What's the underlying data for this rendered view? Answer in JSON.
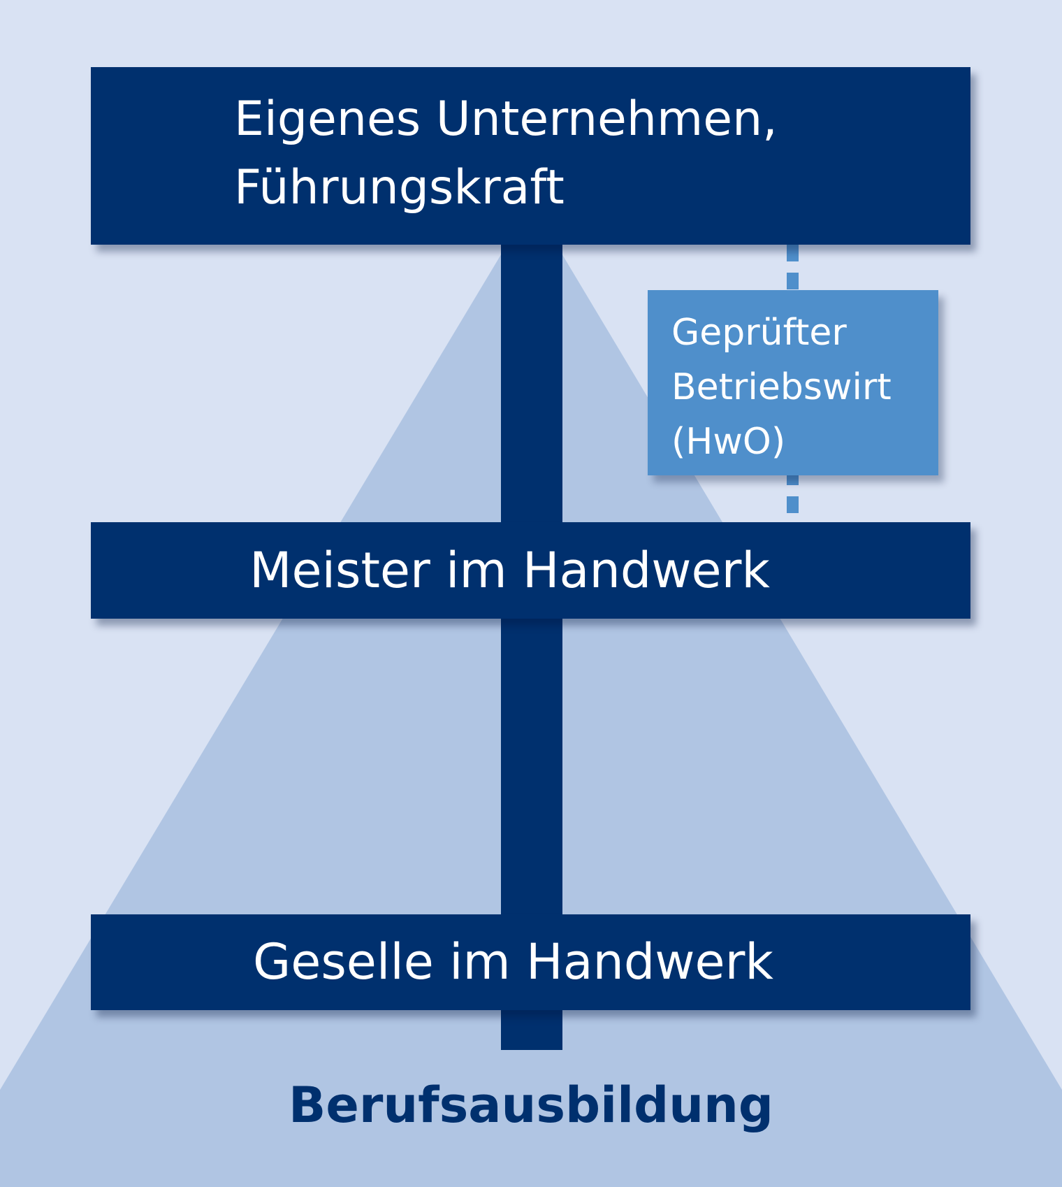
{
  "colors": {
    "background": "#d9e2f3",
    "pyramid": "#b0c5e3",
    "dark_blue": "#00306e",
    "light_blue": "#4f8fcb"
  },
  "levels": {
    "top": {
      "line1": "Eigenes Unternehmen,",
      "line2": "Führungskraft"
    },
    "side": {
      "line1": "Geprüfter",
      "line2": "Betriebswirt",
      "line3": "(HwO)"
    },
    "meister": "Meister im Handwerk",
    "geselle": "Geselle im Handwerk",
    "base": "Berufsausbildung"
  }
}
